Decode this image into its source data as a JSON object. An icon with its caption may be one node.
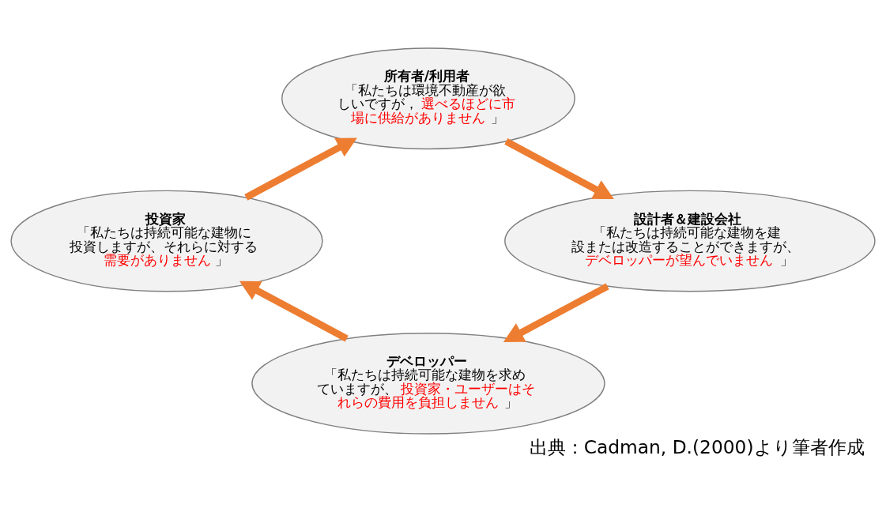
{
  "diagram": {
    "caption": "出典：Cadman, D.(2000)より筆者作成",
    "nodes": [
      {
        "text": [
          "所有者/利用者",
          "「私たちは環境不動産が欲しいですが，選べるほどに市場に供給がありません」"
        ]
      },
      {
        "text": [
          "投資家",
          "「私たちは持続可能な建物に投資しますが、それらに対する需要がありません」"
        ]
      },
      {
        "text": [
          "設計者＆建設会社",
          "「私たちは持続可能な建物を建設または改造することができますが、デベロッパーが望んでいません」"
        ]
      },
      {
        "text": [
          "デベロッパー",
          "「私たちは持続可能な建物を求めていますが、投資家・ユーザーはそれらの費用を負担しません」"
        ]
      }
    ],
    "edges": [
      {
        "from": 0,
        "to": 2,
        "arrow": "to"
      },
      {
        "from": 2,
        "to": 3,
        "arrow": "to"
      },
      {
        "from": 3,
        "to": 1,
        "arrow": "to"
      },
      {
        "from": 1,
        "to": 0,
        "arrow": "to"
      }
    ]
  }
}
